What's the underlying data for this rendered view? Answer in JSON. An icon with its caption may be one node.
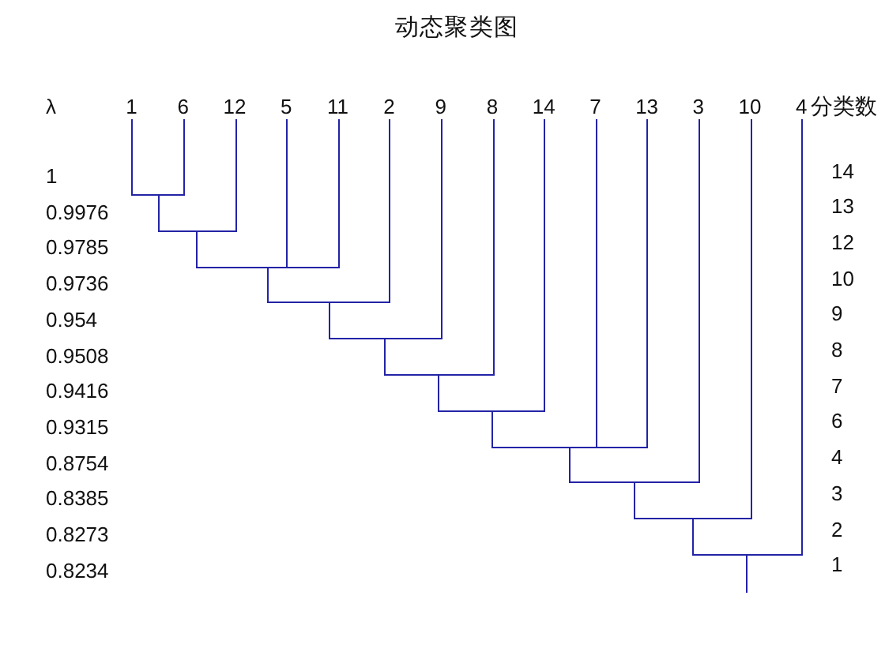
{
  "diagram": {
    "title": "动态聚类图",
    "nodes": [
      {
        "text": [
          "1"
        ]
      },
      {
        "text": [
          "6"
        ]
      },
      {
        "text": [
          "12"
        ]
      },
      {
        "text": [
          "5"
        ]
      },
      {
        "text": [
          "11"
        ]
      },
      {
        "text": [
          "2"
        ]
      },
      {
        "text": [
          "9"
        ]
      },
      {
        "text": [
          "8"
        ]
      },
      {
        "text": [
          "14"
        ]
      },
      {
        "text": [
          "7"
        ]
      },
      {
        "text": [
          "13"
        ]
      },
      {
        "text": [
          "3"
        ]
      },
      {
        "text": [
          "10"
        ]
      },
      {
        "text": [
          "4"
        ]
      }
    ],
    "edges": [
      {
        "from": 0,
        "to": 1,
        "arrow": "none"
      },
      {
        "from": null,
        "to": 2,
        "arrow": "none"
      },
      {
        "from": null,
        "to": 4,
        "arrow": "none"
      },
      {
        "from": null,
        "to": 3,
        "arrow": "none"
      },
      {
        "from": null,
        "to": 5,
        "arrow": "none"
      },
      {
        "from": null,
        "to": 6,
        "arrow": "none"
      },
      {
        "from": null,
        "to": 7,
        "arrow": "none"
      },
      {
        "from": null,
        "to": 8,
        "arrow": "none"
      },
      {
        "from": null,
        "to": 10,
        "arrow": "none"
      },
      {
        "from": null,
        "to": 9,
        "arrow": "none"
      },
      {
        "from": null,
        "to": 11,
        "arrow": "none"
      },
      {
        "from": null,
        "to": 12,
        "arrow": "none"
      },
      {
        "from": null,
        "to": 13,
        "arrow": "none"
      }
    ],
    "labels": [
      "λ",
      "分类数",
      "1",
      "14",
      "0.9976",
      "13",
      "0.9785",
      "12",
      "0.9736",
      "10",
      "0.954",
      "9",
      "0.9508",
      "8",
      "0.9416",
      "7",
      "0.9315",
      "6",
      "0.8754",
      "4",
      "0.8385",
      "3",
      "0.8273",
      "2",
      "0.8234",
      "1"
    ]
  }
}
